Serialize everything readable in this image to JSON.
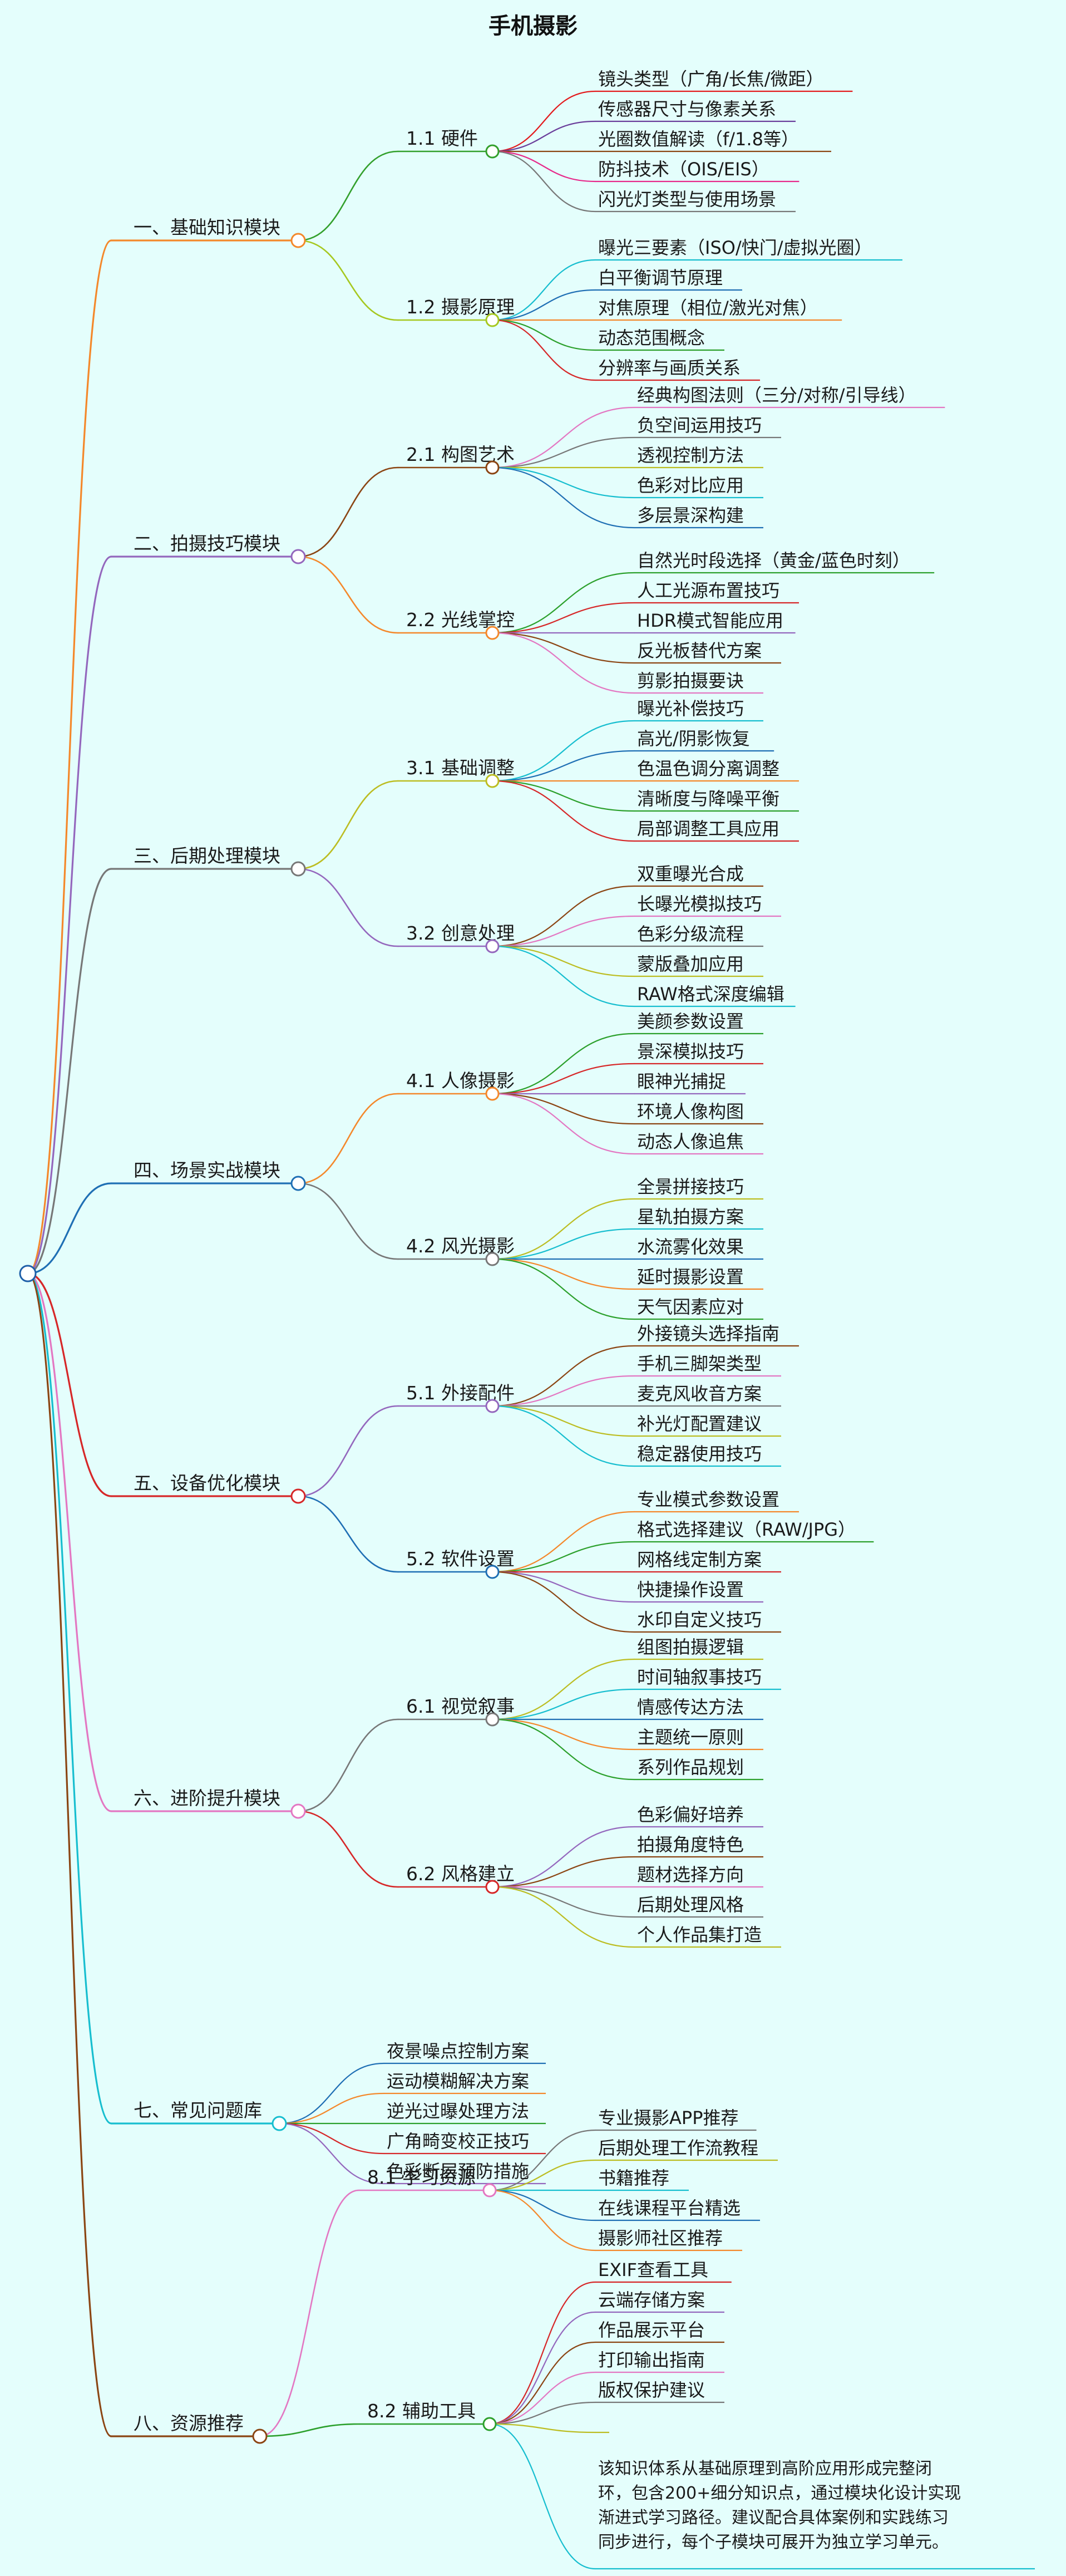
{
  "title": "手机摄影",
  "colors": {
    "background": "#E4FEFC",
    "root_circle": "#1E5FA8"
  },
  "tree": [
    {
      "label": "一、基础知识模块",
      "color": "#F4882B",
      "children": [
        {
          "label": "1.1 硬件",
          "color": "#33A02C",
          "children": [
            {
              "label": "镜头类型（广角/长焦/微距）",
              "color": "#E31A1C"
            },
            {
              "label": "传感器尺寸与像素关系",
              "color": "#6A3D9A"
            },
            {
              "label": "光圈数值解读（f/1.8等）",
              "color": "#8B4513"
            },
            {
              "label": "防抖技术（OIS/EIS）",
              "color": "#E7298A"
            },
            {
              "label": "闪光灯类型与使用场景",
              "color": "#777777"
            }
          ]
        },
        {
          "label": "1.2 摄影原理",
          "color": "#A6C820",
          "children": [
            {
              "label": "曝光三要素（ISO/快门/虚拟光圈）",
              "color": "#17BECF"
            },
            {
              "label": "白平衡调节原理",
              "color": "#1F6FB4"
            },
            {
              "label": "对焦原理（相位/激光对焦）",
              "color": "#F4882B"
            },
            {
              "label": "动态范围概念",
              "color": "#2CA02C"
            },
            {
              "label": "分辨率与画质关系",
              "color": "#D62728"
            }
          ]
        }
      ]
    },
    {
      "label": "二、拍摄技巧模块",
      "color": "#9467BD",
      "children": [
        {
          "label": "2.1 构图艺术",
          "color": "#8B4513",
          "children": [
            {
              "label": "经典构图法则（三分/对称/引导线）",
              "color": "#E377C2"
            },
            {
              "label": "负空间运用技巧",
              "color": "#777777"
            },
            {
              "label": "透视控制方法",
              "color": "#BCBD22"
            },
            {
              "label": "色彩对比应用",
              "color": "#17BECF"
            },
            {
              "label": "多层景深构建",
              "color": "#1F6FB4"
            }
          ]
        },
        {
          "label": "2.2 光线掌控",
          "color": "#F4882B",
          "children": [
            {
              "label": "自然光时段选择（黄金/蓝色时刻）",
              "color": "#2CA02C"
            },
            {
              "label": "人工光源布置技巧",
              "color": "#D62728"
            },
            {
              "label": "HDR模式智能应用",
              "color": "#9467BD"
            },
            {
              "label": "反光板替代方案",
              "color": "#8B4513"
            },
            {
              "label": "剪影拍摄要诀",
              "color": "#E377C2"
            }
          ]
        }
      ]
    },
    {
      "label": "三、后期处理模块",
      "color": "#777777",
      "children": [
        {
          "label": "3.1 基础调整",
          "color": "#BCBD22",
          "children": [
            {
              "label": "曝光补偿技巧",
              "color": "#17BECF"
            },
            {
              "label": "高光/阴影恢复",
              "color": "#1F6FB4"
            },
            {
              "label": "色温色调分离调整",
              "color": "#F4882B"
            },
            {
              "label": "清晰度与降噪平衡",
              "color": "#2CA02C"
            },
            {
              "label": "局部调整工具应用",
              "color": "#D62728"
            }
          ]
        },
        {
          "label": "3.2 创意处理",
          "color": "#9467BD",
          "children": [
            {
              "label": "双重曝光合成",
              "color": "#8B4513"
            },
            {
              "label": "长曝光模拟技巧",
              "color": "#E377C2"
            },
            {
              "label": "色彩分级流程",
              "color": "#777777"
            },
            {
              "label": "蒙版叠加应用",
              "color": "#BCBD22"
            },
            {
              "label": "RAW格式深度编辑",
              "color": "#17BECF"
            }
          ]
        }
      ]
    },
    {
      "label": "四、场景实战模块",
      "color": "#1F6FB4",
      "children": [
        {
          "label": "4.1 人像摄影",
          "color": "#F4882B",
          "children": [
            {
              "label": "美颜参数设置",
              "color": "#2CA02C"
            },
            {
              "label": "景深模拟技巧",
              "color": "#D62728"
            },
            {
              "label": "眼神光捕捉",
              "color": "#9467BD"
            },
            {
              "label": "环境人像构图",
              "color": "#8B4513"
            },
            {
              "label": "动态人像追焦",
              "color": "#E377C2"
            }
          ]
        },
        {
          "label": "4.2 风光摄影",
          "color": "#777777",
          "children": [
            {
              "label": "全景拼接技巧",
              "color": "#BCBD22"
            },
            {
              "label": "星轨拍摄方案",
              "color": "#17BECF"
            },
            {
              "label": "水流雾化效果",
              "color": "#1F6FB4"
            },
            {
              "label": "延时摄影设置",
              "color": "#F4882B"
            },
            {
              "label": "天气因素应对",
              "color": "#2CA02C"
            }
          ]
        }
      ]
    },
    {
      "label": "五、设备优化模块",
      "color": "#D62728",
      "children": [
        {
          "label": "5.1 外接配件",
          "color": "#9467BD",
          "children": [
            {
              "label": "外接镜头选择指南",
              "color": "#8B4513"
            },
            {
              "label": "手机三脚架类型",
              "color": "#E377C2"
            },
            {
              "label": "麦克风收音方案",
              "color": "#777777"
            },
            {
              "label": "补光灯配置建议",
              "color": "#BCBD22"
            },
            {
              "label": "稳定器使用技巧",
              "color": "#17BECF"
            }
          ]
        },
        {
          "label": "5.2 软件设置",
          "color": "#1F6FB4",
          "children": [
            {
              "label": "专业模式参数设置",
              "color": "#F4882B"
            },
            {
              "label": "格式选择建议（RAW/JPG）",
              "color": "#2CA02C"
            },
            {
              "label": "网格线定制方案",
              "color": "#D62728"
            },
            {
              "label": "快捷操作设置",
              "color": "#9467BD"
            },
            {
              "label": "水印自定义技巧",
              "color": "#8B4513"
            }
          ]
        }
      ]
    },
    {
      "label": "六、进阶提升模块",
      "color": "#E377C2",
      "children": [
        {
          "label": "6.1 视觉叙事",
          "color": "#777777",
          "children": [
            {
              "label": "组图拍摄逻辑",
              "color": "#BCBD22"
            },
            {
              "label": "时间轴叙事技巧",
              "color": "#17BECF"
            },
            {
              "label": "情感传达方法",
              "color": "#1F6FB4"
            },
            {
              "label": "主题统一原则",
              "color": "#F4882B"
            },
            {
              "label": "系列作品规划",
              "color": "#2CA02C"
            }
          ]
        },
        {
          "label": "6.2 风格建立",
          "color": "#D62728",
          "children": [
            {
              "label": "色彩偏好培养",
              "color": "#9467BD"
            },
            {
              "label": "拍摄角度特色",
              "color": "#8B4513"
            },
            {
              "label": "题材选择方向",
              "color": "#E377C2"
            },
            {
              "label": "后期处理风格",
              "color": "#777777"
            },
            {
              "label": "个人作品集打造",
              "color": "#BCBD22"
            }
          ]
        }
      ]
    },
    {
      "label": "七、常见问题库",
      "color": "#17BECF",
      "children": [
        {
          "label": "夜景噪点控制方案",
          "color": "#1F6FB4"
        },
        {
          "label": "运动模糊解决方案",
          "color": "#F4882B"
        },
        {
          "label": "逆光过曝处理方法",
          "color": "#2CA02C"
        },
        {
          "label": "广角畸变校正技巧",
          "color": "#D62728"
        },
        {
          "label": "色彩断层预防措施",
          "color": "#9467BD"
        }
      ]
    },
    {
      "label": "八、资源推荐",
      "color": "#8B4513",
      "children": [
        {
          "label": "8.1 学习资源",
          "color": "#E377C2",
          "children": [
            {
              "label": "专业摄影APP推荐",
              "color": "#777777"
            },
            {
              "label": "后期处理工作流教程",
              "color": "#BCBD22"
            },
            {
              "label": "书籍推荐",
              "color": "#17BECF"
            },
            {
              "label": "在线课程平台精选",
              "color": "#1F6FB4"
            },
            {
              "label": "摄影师社区推荐",
              "color": "#F4882B"
            }
          ]
        },
        {
          "label": "8.2 辅助工具",
          "color": "#2CA02C",
          "children": [
            {
              "label": "EXIF查看工具",
              "color": "#D62728"
            },
            {
              "label": "云端存储方案",
              "color": "#9467BD"
            },
            {
              "label": "作品展示平台",
              "color": "#8B4513"
            },
            {
              "label": "打印输出指南",
              "color": "#E377C2"
            },
            {
              "label": "版权保护建议",
              "color": "#777777"
            },
            {
              "label": "",
              "color": "#BCBD22"
            },
            {
              "lines": [
                "该知识体系从基础原理到高阶应用形成完整闭",
                "环，包含200+细分知识点，通过模块化设计实现",
                "渐进式学习路径。建议配合具体案例和实践练习",
                "同步进行，每个子模块可展开为独立学习单元。"
              ],
              "color": "#17BECF"
            }
          ]
        }
      ]
    }
  ]
}
